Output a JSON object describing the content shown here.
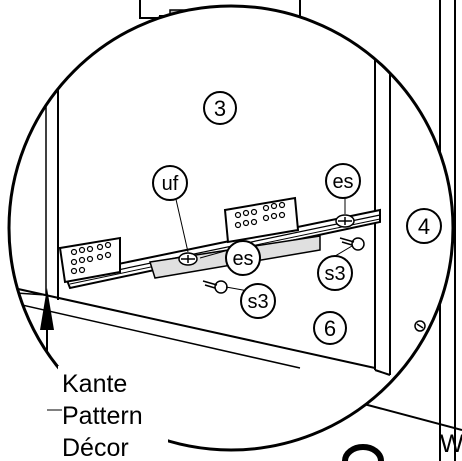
{
  "labels": {
    "part_3": "3",
    "part_4": "4",
    "part_6": "6",
    "code_uf": "uf",
    "code_es_upper": "es",
    "code_es_lower": "es",
    "code_s3_right": "s3",
    "code_s3_left": "s3"
  },
  "edge_text": {
    "line1": "Kante",
    "line2": "Pattern",
    "line3": "Décor"
  },
  "partial_text": "W"
}
